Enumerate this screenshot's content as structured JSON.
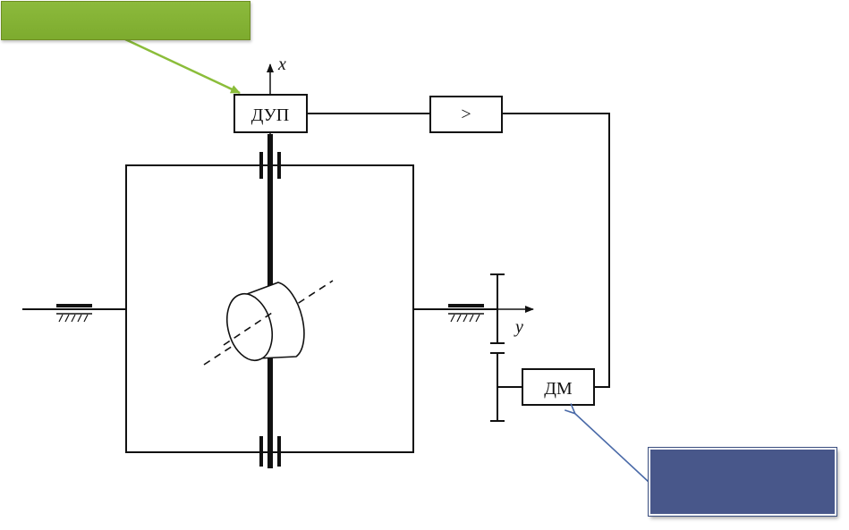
{
  "blocks": {
    "dup_label": "ДУП",
    "amp_label": ">",
    "dm_label": "ДМ"
  },
  "axes": {
    "x_label": "x",
    "y_label": "y"
  },
  "colors": {
    "green_callout": "#7dab2e",
    "green_arrow": "#8bbd3a",
    "blue_callout": "#48578a",
    "blue_arrow": "#4a6aa8",
    "line": "#111111"
  }
}
